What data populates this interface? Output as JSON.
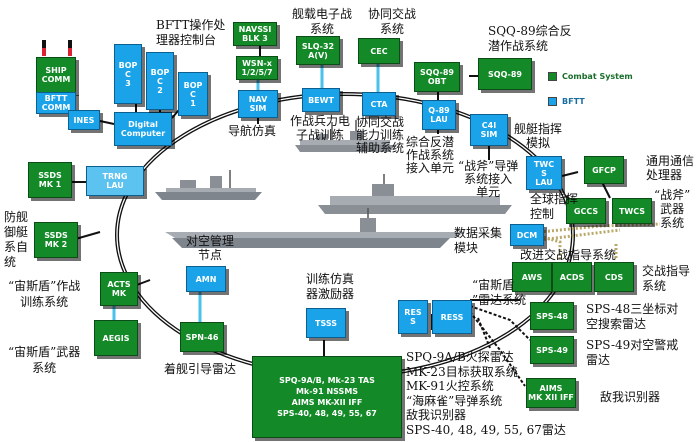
{
  "legend": {
    "combat_system": "Combat System",
    "bftt": "BFTT",
    "combat_color": "#138a27",
    "bftt_color": "#1aa3e8"
  },
  "boxes": {
    "ship_comm": "SHIP\nCOMM",
    "bftt_comm": "BFTT\nCOMM",
    "ines": "INES",
    "digital_computer": "Digital\nComputer",
    "bop_c3": "BOP\nC\n3",
    "bop_c2": "BOP\nC\n2",
    "bop_c1": "BOP\nC\n1",
    "navssi": "NAVSSI\nBLK 3",
    "wsn_x": "WSN-x\n1/2/5/7",
    "nav_sim": "NAV\nSIM",
    "slq_32": "SLQ-32\nA(V)",
    "bewt": "BEWT",
    "cec": "CEC",
    "cta": "CTA",
    "sqq89_obt": "SQQ-89\nOBT",
    "sqq89": "SQQ-89",
    "q89_lau": "Q-89\nLAU",
    "c4i_sim": "C4I\nSIM",
    "twcs_s": "TWC\nS\nLAU",
    "gfcp": "GFCP",
    "gccs": "GCCS",
    "twcs": "TWCS",
    "ssds_mk1": "SSDS\nMK 1",
    "trng_lau": "TRNG\nLAU",
    "ssds_mk2": "SSDS\nMK 2",
    "dcm": "DCM",
    "aws": "AWS",
    "acds": "ACDS",
    "cds": "CDS",
    "acts_mk": "ACTS\nMK",
    "aegis": "AEGIS",
    "amn": "AMN",
    "spn46": "SPN-46",
    "tsss": "TSSS",
    "res": "RES\nS",
    "ress": "RESS",
    "sps48": "SPS-48",
    "sps49": "SPS-49",
    "aims": "AIMS\nMK XII IFF",
    "weapons_block": "SPQ-9A/B, Mk-23 TAS\nMk-91 NSSMS\nAIMS MK-XII IFF\nSPS-40, 48, 49, 55, 67"
  },
  "labels": {
    "bftt_console": "BFTT操作处\n理器控制台",
    "ew": "舰载电子战\n系统",
    "cec_label": "协同交战\n系统",
    "sqq89_label": "SQQ-89综合反\n潜作战系统",
    "nav_sim_label": "导航仿真",
    "bewt_label": "作战兵力电\n子战训练",
    "cta_label": "协同交战\n能力训练\n辅助系统",
    "asw_label": "综合反潜\n作战系统\n接入单元",
    "c4i_label": "舰艇指挥\n模拟",
    "tomahawk_label": "“战斧”导弹\n系统接入\n单元",
    "gfcp_label": "通用通信\n处理器",
    "twcs_label": "“战斧”\n武器\n系统",
    "gccs_label": "全球指挥\n控制",
    "ssds_label": "防舰\n御艇\n系自\n统",
    "dcm_label": "数据采集\n模块",
    "aws_label": "改进交战指导系统",
    "cds_label": "交战指导\n系统",
    "aegis_train_label": "“宙斯盾”作战\n训练系统",
    "aegis_label": "“宙斯盾”武器\n系统",
    "amn_label": "对空管理\n节点",
    "spn46_label": "着舰引导雷达",
    "tsss_label": "训练仿真\n器激励器",
    "ress_label": "“宙斯盾\n”雷达系统",
    "sps48_label": "SPS-48三坐标对\n空搜索雷达",
    "sps49_label": "SPS-49对空警戒\n雷达",
    "iff_label": "敌我识别器",
    "weapons_label": "SPQ-9A/B火探雷达\nMK-23目标获取系统\nMK-91火控系统\n“海麻雀”导弹系统\n敌我识别器\nSPS-40, 48, 49, 55, 67雷达"
  }
}
